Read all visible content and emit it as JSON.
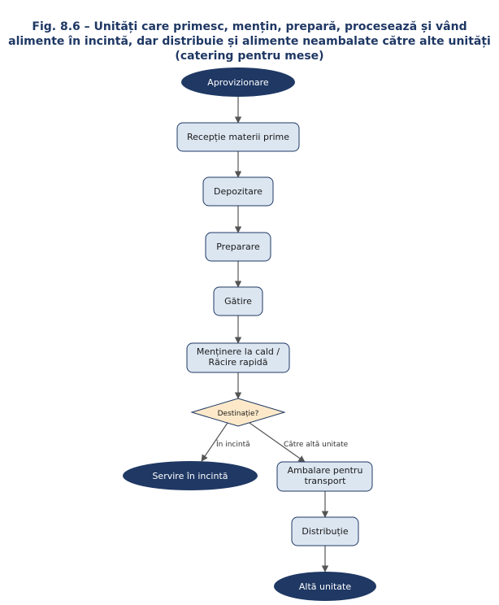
{
  "title": {
    "line1": "Fig. 8.6 – Unități care primesc, mențin, prepară, procesează și vând",
    "line2": "alimente în incintă, dar distribuie și alimente neambalate către alte unități",
    "line3": "(catering pentru mese)"
  },
  "colors": {
    "terminal_fill": "#1f3864",
    "process_fill": "#dce6f1",
    "process_stroke": "#1f3864",
    "decision_fill": "#fde9c9",
    "decision_stroke": "#1f3864",
    "edge": "#555555",
    "title": "#1f3864"
  },
  "nodes": {
    "aprovizionare": "Aprovizionare",
    "receptie": "Recepție materii prime",
    "depozitare": "Depozitare",
    "preparare": "Preparare",
    "gatire": "Gătire",
    "mentinere_line1": "Menținere la cald /",
    "mentinere_line2": "Răcire rapidă",
    "destinatie": "Destinație?",
    "servire": "Servire în incintă",
    "ambalare_line1": "Ambalare pentru",
    "ambalare_line2": "transport",
    "distributie": "Distribuție",
    "alta_unitate": "Altă unitate"
  },
  "edges": {
    "in_incinta": "În incintă",
    "catre_alta": "Către altă unitate"
  }
}
